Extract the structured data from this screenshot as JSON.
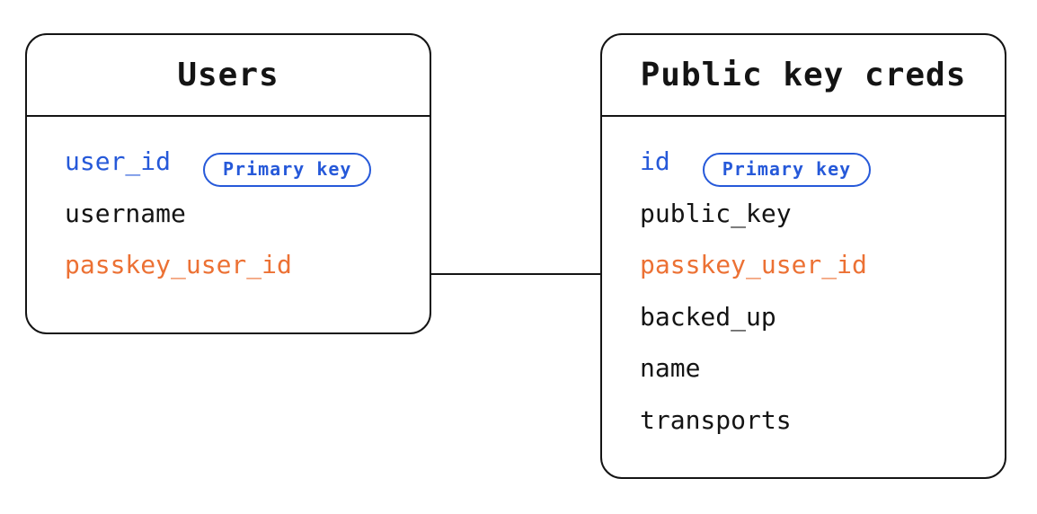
{
  "diagram_type": "entity-relationship",
  "colors": {
    "blue": "#2659d9",
    "orange": "#ec7134",
    "ink": "#141414",
    "background": "#ffffff"
  },
  "tables": [
    {
      "title": "Users",
      "fields": [
        {
          "name": "user_id",
          "color": "blue",
          "badge": "Primary key"
        },
        {
          "name": "username",
          "color": "ink"
        },
        {
          "name": "passkey_user_id",
          "color": "orange"
        }
      ]
    },
    {
      "title": "Public key creds",
      "fields": [
        {
          "name": "id",
          "color": "blue",
          "badge": "Primary key"
        },
        {
          "name": "public_key",
          "color": "ink"
        },
        {
          "name": "passkey_user_id",
          "color": "orange"
        },
        {
          "name": "backed_up",
          "color": "ink"
        },
        {
          "name": "name",
          "color": "ink"
        },
        {
          "name": "transports",
          "color": "ink"
        }
      ]
    }
  ],
  "connector": {
    "connects": [
      "Users",
      "Public key creds"
    ],
    "at_field": "passkey_user_id"
  }
}
